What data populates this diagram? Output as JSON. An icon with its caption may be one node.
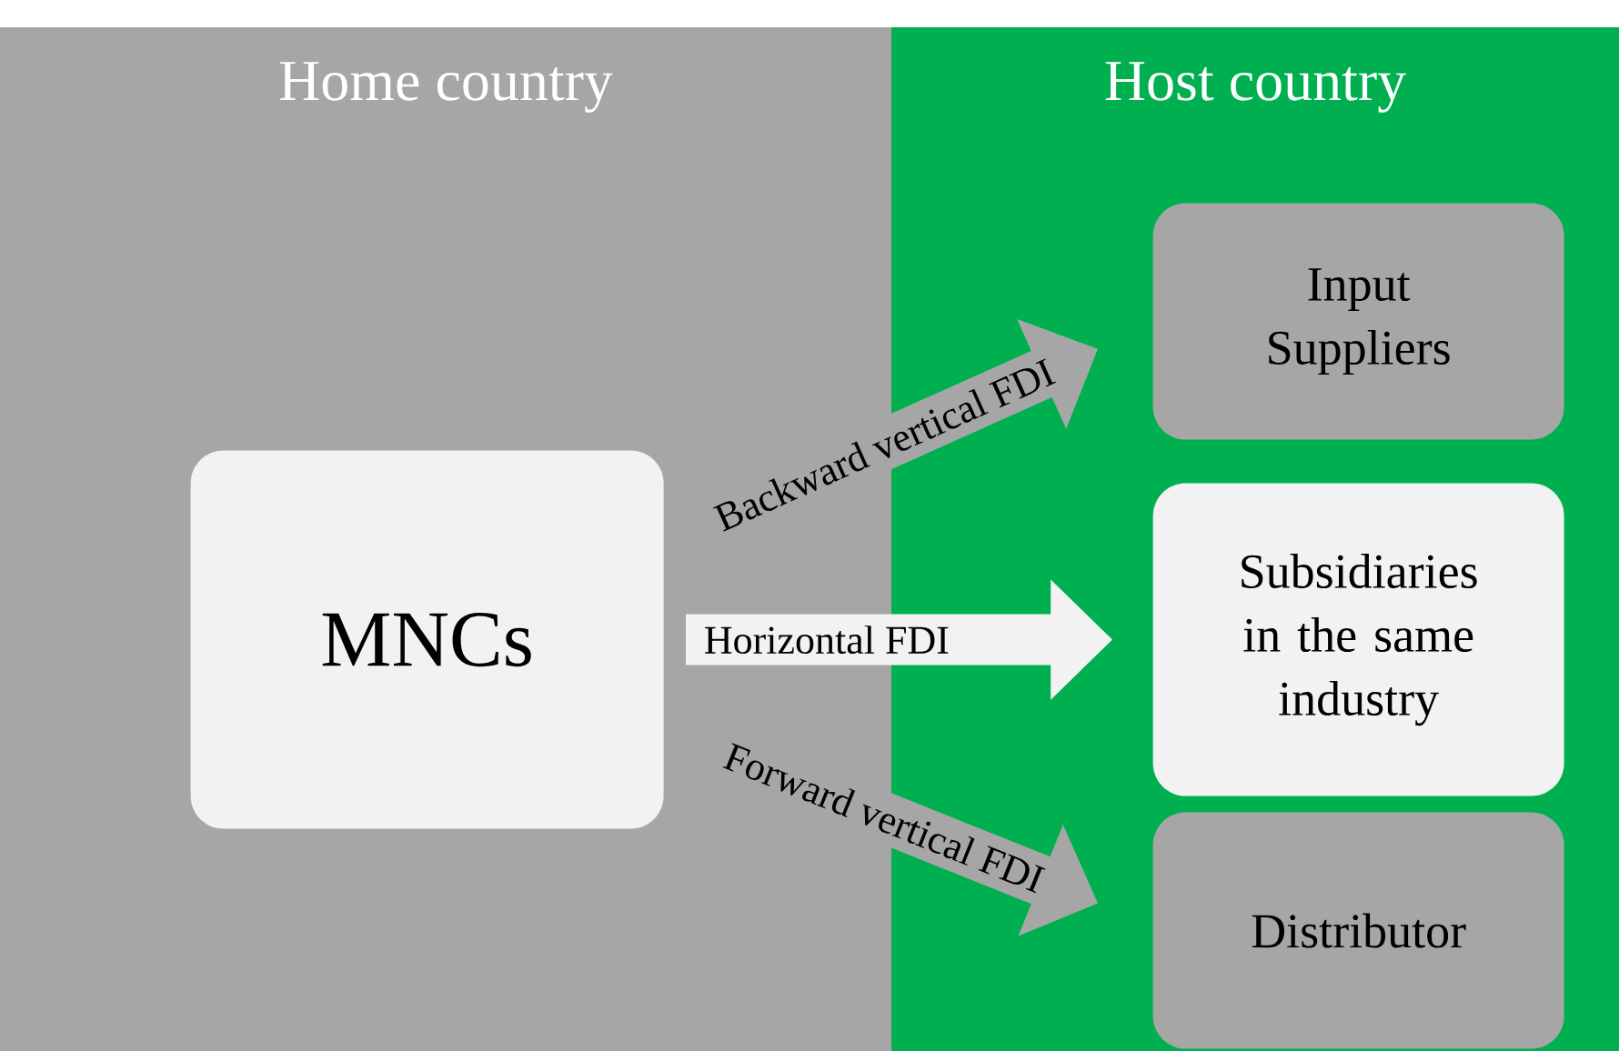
{
  "diagram": {
    "nodes": [
      {
        "text": [
          "Home country"
        ]
      },
      {
        "text": [
          "Host country"
        ]
      },
      {
        "text": [
          "MNCs"
        ],
        "in": 0
      },
      {
        "text": [
          "Input Suppliers"
        ],
        "in": 1
      },
      {
        "text": [
          "Subsidiaries in the same industry"
        ],
        "in": 1
      },
      {
        "text": [
          "Distributor"
        ],
        "in": 1
      }
    ],
    "edges": [
      {
        "from": 2,
        "to": 3,
        "arrow": "to",
        "label": "Backward vertical FDI"
      },
      {
        "from": 2,
        "to": 4,
        "arrow": "to",
        "label": "Horizontal FDI",
        "color": "#f2f2f2"
      },
      {
        "from": 2,
        "to": 5,
        "arrow": "to",
        "label": "Forward vertical FDI"
      }
    ]
  }
}
